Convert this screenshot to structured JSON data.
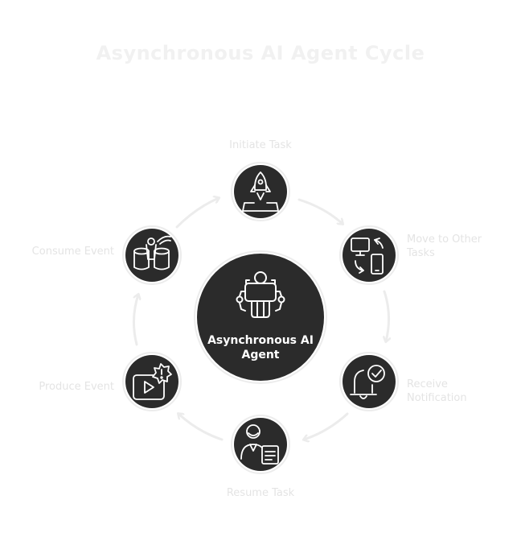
{
  "title": "Asynchronous AI Agent Cycle",
  "center": {
    "label_line1": "Asynchronous AI",
    "label_line2": "Agent",
    "icon": "robot-agent-icon"
  },
  "steps": [
    {
      "label": "Initiate Task",
      "icon": "rocket-launch-icon"
    },
    {
      "label_line1": "Move to Other",
      "label_line2": "Tasks",
      "icon": "devices-switch-icon"
    },
    {
      "label_line1": "Receive",
      "label_line2": "Notification",
      "icon": "bell-check-icon"
    },
    {
      "label": "Resume Task",
      "icon": "person-document-icon"
    },
    {
      "label": "Produce Event",
      "icon": "video-alert-icon"
    },
    {
      "label": "Consume Event",
      "icon": "cylinders-transfer-icon"
    }
  ],
  "colors": {
    "node_fill": "#2b2b2b",
    "label_text": "#e4e4e4",
    "arrow": "#ececec",
    "title": "#f1f1f1"
  }
}
